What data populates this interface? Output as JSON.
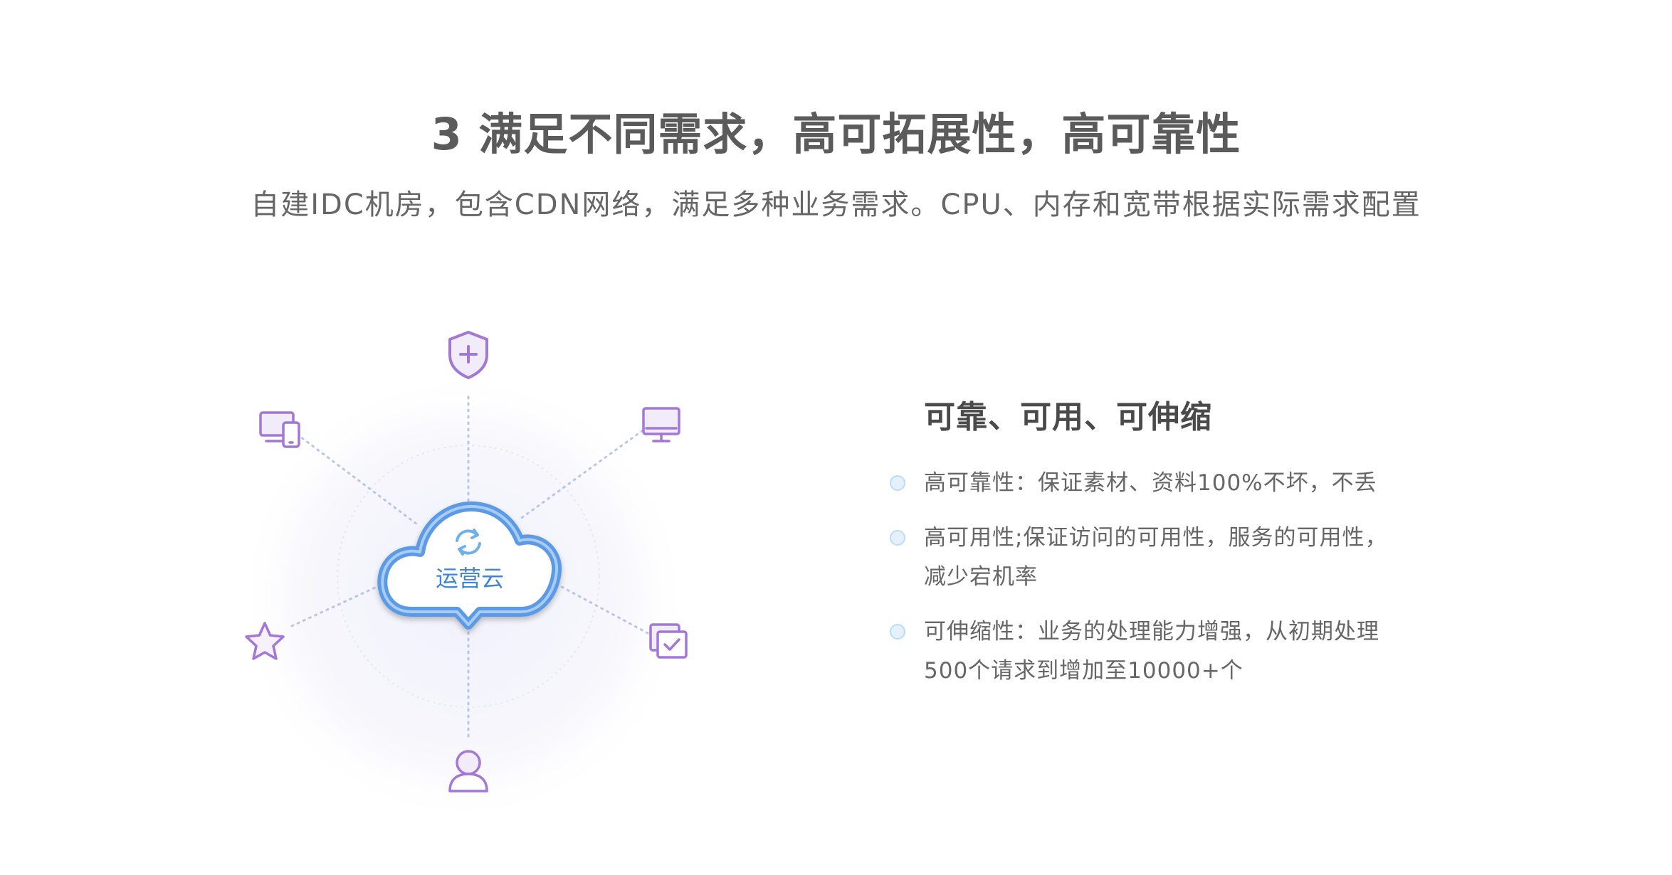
{
  "header": {
    "title": "3 满足不同需求，高可拓展性，高可靠性",
    "subtitle": "自建IDC机房，包含CDN网络，满足多种业务需求。CPU、内存和宽带根据实际需求配置"
  },
  "diagram": {
    "center_label": "运营云",
    "icons": [
      "shield-plus-icon",
      "devices-icon",
      "monitor-icon",
      "star-icon",
      "checklist-icon",
      "user-icon",
      "refresh-icon"
    ],
    "colors": {
      "icon": "#a277d6",
      "cloud": "#5c9ae6",
      "dots": "#b7c6e8"
    }
  },
  "features": {
    "title": "可靠、可用、可伸缩",
    "items": [
      {
        "lines": [
          "高可靠性：保证素材、资料100%不坏，不丢"
        ]
      },
      {
        "lines": [
          "高可用性;保证访问的可用性，服务的可用性，",
          "减少宕机率"
        ]
      },
      {
        "lines": [
          "可伸缩性：业务的处理能力增强，从初期处理",
          "500个请求到增加至10000+个"
        ]
      }
    ]
  }
}
